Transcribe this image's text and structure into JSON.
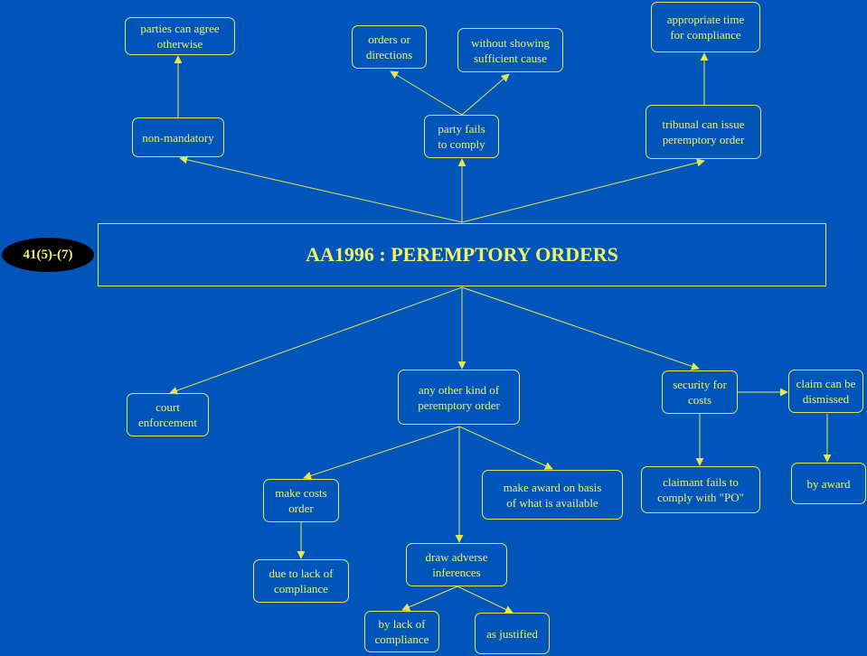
{
  "title": "AA1996 : PEREMPTORY ORDERS",
  "badge": "41(5)-(7)",
  "nodes": {
    "parties_can_agree": "parties can agree\notherwise",
    "non_mandatory": "non-mandatory",
    "orders_or_directions": "orders or\ndirections",
    "without_showing_cause": "without showing\nsufficient cause",
    "party_fails": "party fails\nto comply",
    "appropriate_time": "appropriate time\nfor compliance",
    "tribunal_can_issue": "tribunal can issue\nperemptory order",
    "court_enforcement": "court\nenforcement",
    "any_other_kind": "any other kind of\nperemptory order",
    "security_for_costs": "security for\ncosts",
    "claim_dismissed": "claim can be\ndismissed",
    "claimant_fails": "claimant fails to\ncomply with \"PO\"",
    "by_award": "by award",
    "make_costs_order": "make costs\norder",
    "make_award": "make award on basis\nof what is available",
    "due_to_lack": "due to lack of\ncompliance",
    "draw_adverse": "draw adverse\ninferences",
    "by_lack": "by lack of\ncompliance",
    "as_justified": "as justified"
  },
  "colors": {
    "background": "#0055bb",
    "line": "#e6e650",
    "text": "#f2f266",
    "badge": "#000000"
  }
}
